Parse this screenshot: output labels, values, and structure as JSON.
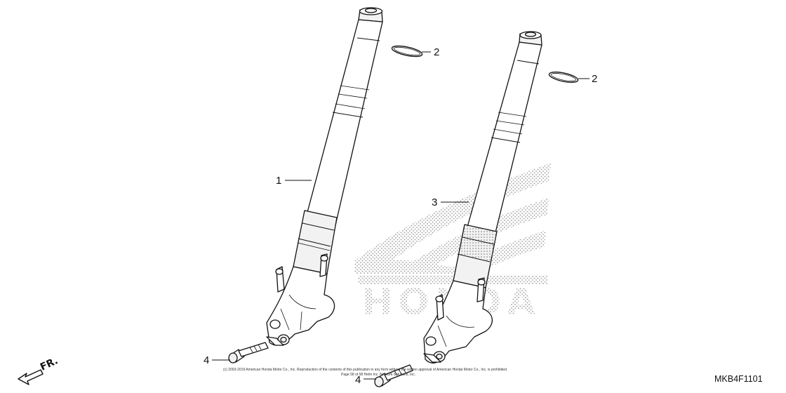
{
  "diagram": {
    "callouts": {
      "fork_left": "1",
      "ring_left": "2",
      "ring_right": "2",
      "fork_right": "3",
      "bolt_left": "4",
      "bolt_right": "4"
    },
    "watermark_text": "HONDA",
    "copyright_line1": "(c) 2003-2019 American Honda Motor Co., Inc. Reproduction of the contents of this publication in any form without the written approval of American Honda Motor Co., Inc. is prohibited.",
    "copyright_line2": "Page 58 of 58    Helm Inc. Network Solutions, Inc.",
    "direction_label": "FR.",
    "diagram_code": "MKB4F1101"
  }
}
